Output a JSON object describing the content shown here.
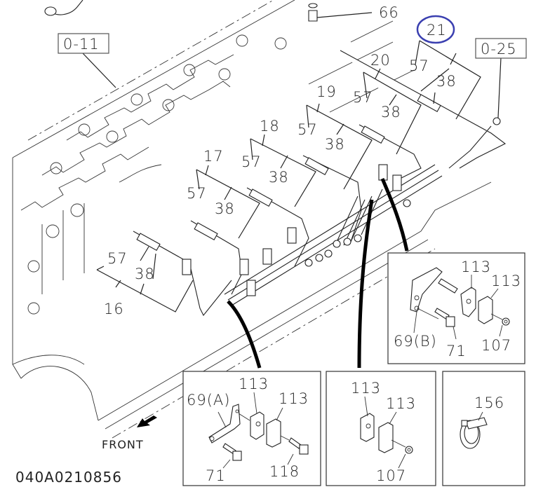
{
  "diagram": {
    "drawing_number": "040A0210856",
    "direction_label": "FRONT",
    "highlight_color": "#3a3fb0",
    "highlighted_callout": "21",
    "reference_boxes": [
      {
        "id": "ref-0-11",
        "label": "0-11"
      },
      {
        "id": "ref-0-25",
        "label": "0-25"
      }
    ],
    "callouts": {
      "c66": "66",
      "c21": "21",
      "c20": "20",
      "c19": "19",
      "c18": "18",
      "c17": "17",
      "c16": "16",
      "c57_21": "57",
      "c38_21": "38",
      "c57_20": "57",
      "c38_20": "38",
      "c57_19": "57",
      "c38_19": "38",
      "c57_18": "57",
      "c38_18": "38",
      "c57_17": "57",
      "c38_17": "38",
      "c57_16": "57",
      "c38_16": "38"
    },
    "detail_b": {
      "labels": {
        "p113a": "113",
        "p113b": "113",
        "p69b": "69(B)",
        "p71": "71",
        "p107": "107"
      }
    },
    "detail_a": {
      "labels": {
        "p113a": "113",
        "p113b": "113",
        "p69a": "69(A)",
        "p71": "71",
        "p118": "118"
      }
    },
    "detail_c": {
      "labels": {
        "p113a": "113",
        "p113b": "113",
        "p107": "107"
      }
    },
    "detail_d": {
      "labels": {
        "p156": "156"
      }
    }
  }
}
